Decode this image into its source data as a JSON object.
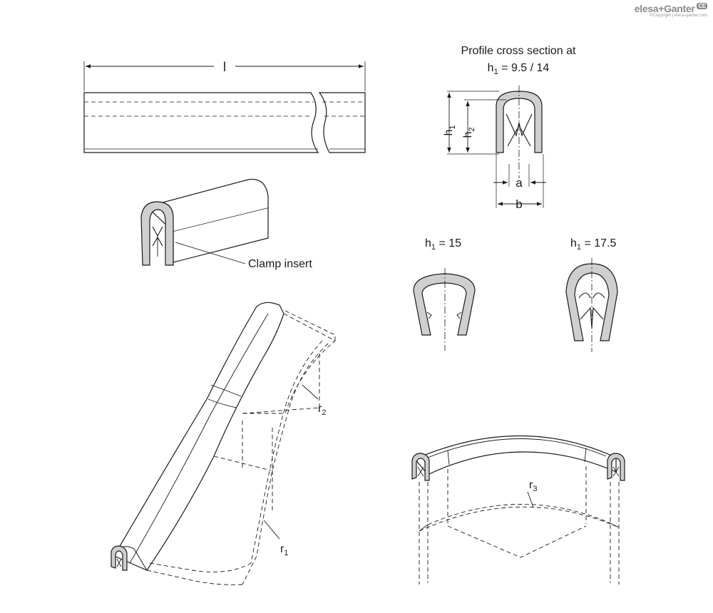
{
  "brand": {
    "logo_text": "elesa+Ganter",
    "ce_mark": "CE",
    "copyright": "©Copyright | elesa-ganter.com"
  },
  "labels": {
    "length": "l",
    "profile_title_line1": "Profile cross section at",
    "profile_title_h": "h",
    "profile_title_sub": "1",
    "profile_title_value": " = 9.5 / 14",
    "h1": "h",
    "h1_sub": "1",
    "h2": "h",
    "h2_sub": "2",
    "a": "a",
    "b": "b",
    "clamp_insert": "Clamp insert",
    "h15_h": "h",
    "h15_sub": "1",
    "h15_value": " = 15",
    "h175_h": "h",
    "h175_sub": "1",
    "h175_value": " = 17.5",
    "r1": "r",
    "r1_sub": "1",
    "r2": "r",
    "r2_sub": "2",
    "r3": "r",
    "r3_sub": "3"
  },
  "colors": {
    "line": "#1a1a1a",
    "profile_fill": "#cfcfcf",
    "logo": "#8a8a8a"
  }
}
